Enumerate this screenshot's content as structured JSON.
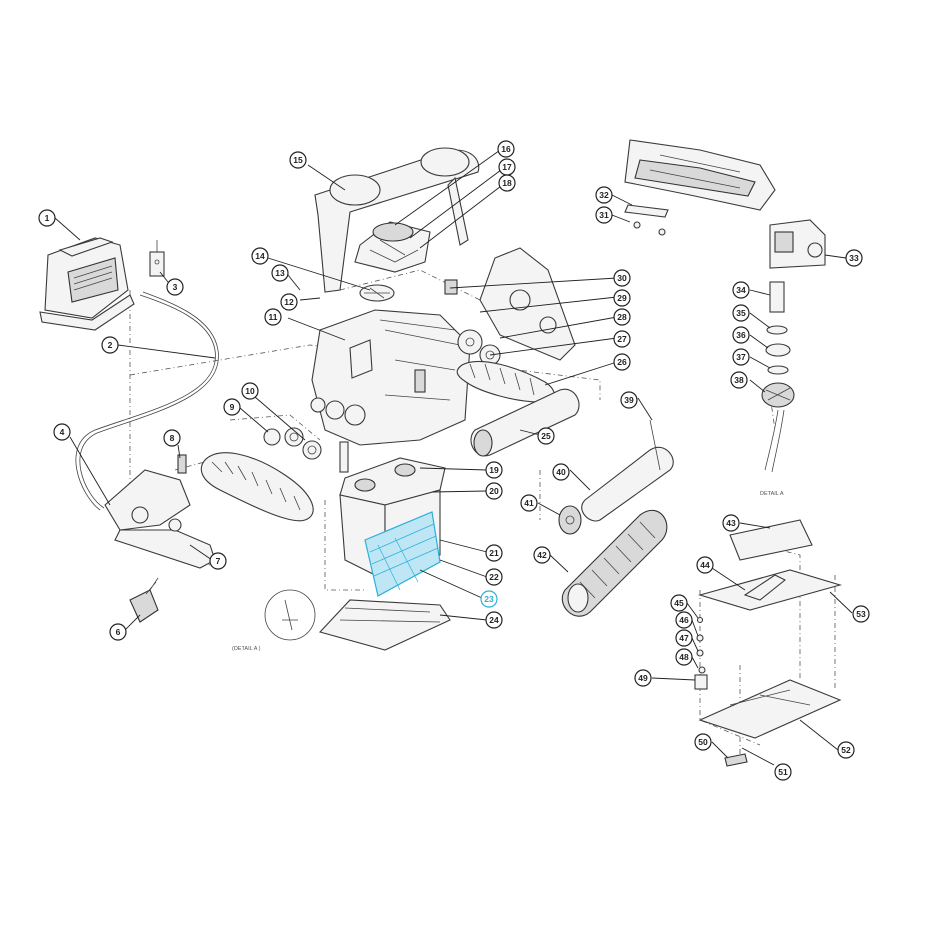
{
  "highlight_color": "#2ab0d8",
  "callouts": [
    {
      "label": "1"
    },
    {
      "label": "2"
    },
    {
      "label": "3"
    },
    {
      "label": "4"
    },
    {
      "label": "6"
    },
    {
      "label": "7"
    },
    {
      "label": "8"
    },
    {
      "label": "9"
    },
    {
      "label": "10"
    },
    {
      "label": "11"
    },
    {
      "label": "12"
    },
    {
      "label": "13"
    },
    {
      "label": "14"
    },
    {
      "label": "15"
    },
    {
      "label": "16"
    },
    {
      "label": "17"
    },
    {
      "label": "18"
    },
    {
      "label": "19"
    },
    {
      "label": "20"
    },
    {
      "label": "21"
    },
    {
      "label": "22"
    },
    {
      "label": "23",
      "highlight": true
    },
    {
      "label": "24"
    },
    {
      "label": "25"
    },
    {
      "label": "26"
    },
    {
      "label": "27"
    },
    {
      "label": "28"
    },
    {
      "label": "29"
    },
    {
      "label": "30"
    },
    {
      "label": "31"
    },
    {
      "label": "32"
    },
    {
      "label": "33"
    },
    {
      "label": "34"
    },
    {
      "label": "35"
    },
    {
      "label": "36"
    },
    {
      "label": "37"
    },
    {
      "label": "38"
    },
    {
      "label": "39"
    },
    {
      "label": "40"
    },
    {
      "label": "41"
    },
    {
      "label": "42"
    },
    {
      "label": "43"
    },
    {
      "label": "44"
    },
    {
      "label": "45"
    },
    {
      "label": "46"
    },
    {
      "label": "47"
    },
    {
      "label": "48"
    },
    {
      "label": "49"
    },
    {
      "label": "50"
    },
    {
      "label": "51"
    },
    {
      "label": "52"
    },
    {
      "label": "53"
    }
  ],
  "captions": {
    "detail_a_left": "(DETAIL A )",
    "detail_a_right": "DETAIL A"
  }
}
